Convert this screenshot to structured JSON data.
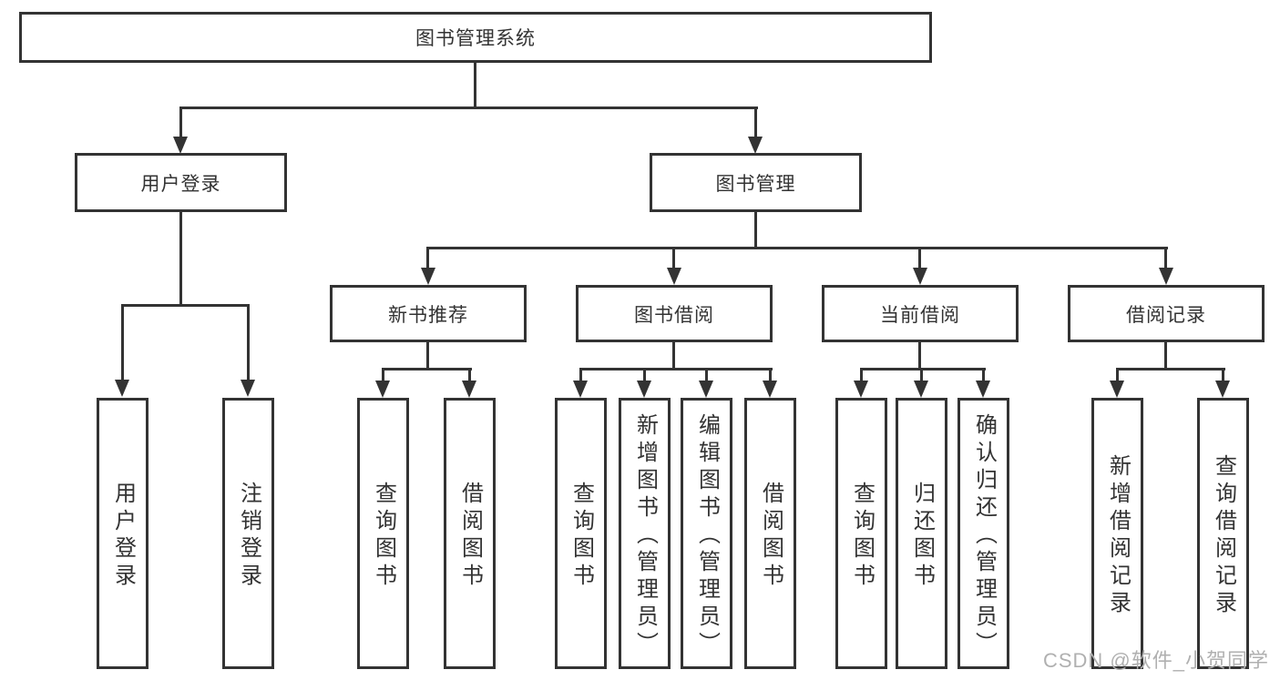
{
  "nodes": {
    "root": "图书管理系统",
    "user_login": "用户登录",
    "book_mgmt": "图书管理",
    "new_book_rec": "新书推荐",
    "book_borrow": "图书借阅",
    "current_borrow": "当前借阅",
    "borrow_records": "借阅记录",
    "leaf_user_login": "用户登录",
    "leaf_logout": "注销登录",
    "leaf_nb_query": "查询图书",
    "leaf_nb_borrow": "借阅图书",
    "leaf_bb_query": "查询图书",
    "leaf_bb_add": "新增图书（管理员）",
    "leaf_bb_edit": "编辑图书（管理员）",
    "leaf_bb_borrow": "借阅图书",
    "leaf_cb_query": "查询图书",
    "leaf_cb_return": "归还图书",
    "leaf_cb_confirm": "确认归还（管理员）",
    "leaf_br_add": "新增借阅记录",
    "leaf_br_query": "查询借阅记录"
  },
  "watermark": "CSDN @软件_小贺同学",
  "colors": {
    "line": "#333333",
    "text": "#333333",
    "watermark": "#b0b0b0",
    "background": "#ffffff"
  }
}
